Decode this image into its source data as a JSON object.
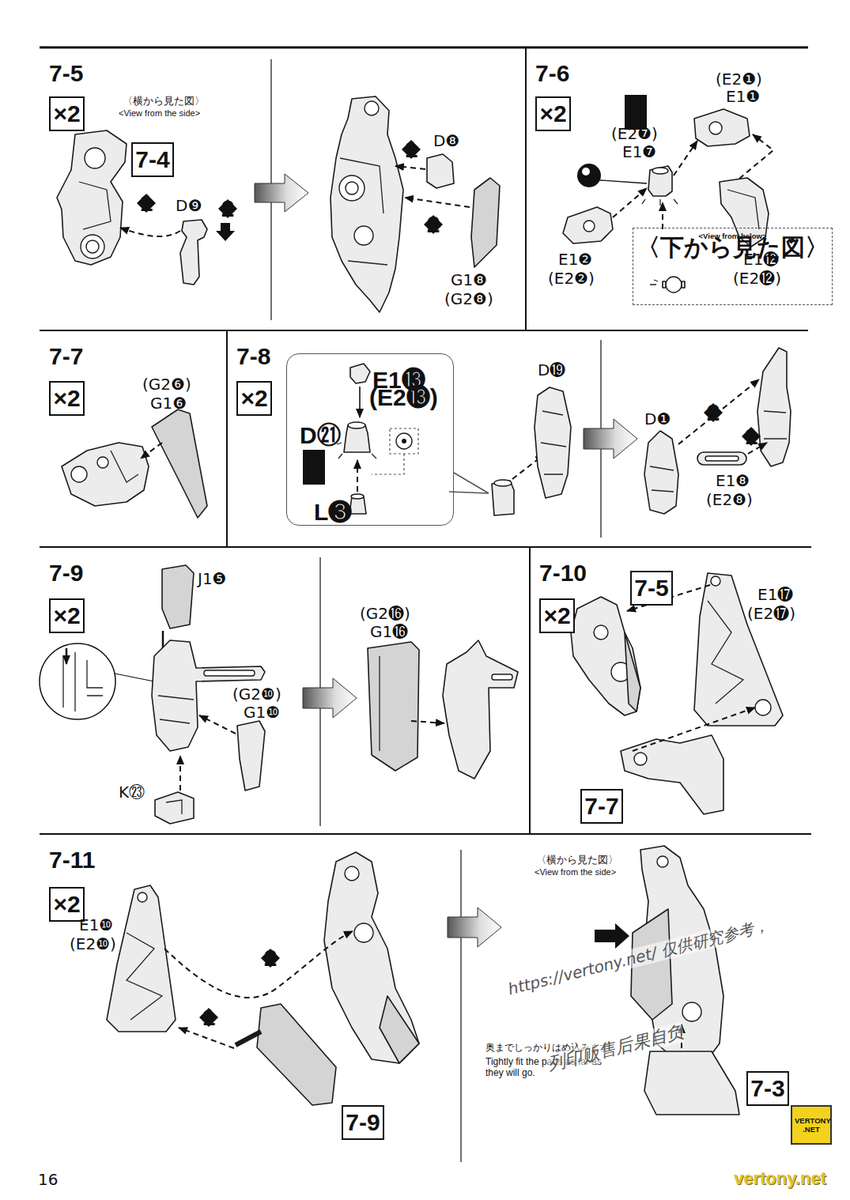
{
  "diagram": {
    "nodes": [
      {
        "text": [
          "7-5"
        ]
      },
      {
        "text": [
          "×2"
        ],
        "in": 0
      },
      {
        "text": [
          "7-4"
        ],
        "in": 0
      },
      {
        "text": [
          "1"
        ],
        "in": 0
      },
      {
        "text": [
          "2"
        ],
        "in": 0
      },
      {
        "text": [
          "1"
        ],
        "in": 0
      },
      {
        "text": [
          "2"
        ],
        "in": 0
      },
      {
        "text": [
          "7-6"
        ]
      },
      {
        "text": [
          "×2"
        ],
        "in": 7
      },
      {
        "text": [
          "!"
        ],
        "in": 7
      },
      {
        "text": [
          "〈下から見た図〉",
          "<View from below>"
        ],
        "in": 7
      },
      {
        "text": [
          "7-7"
        ]
      },
      {
        "text": [
          "×2"
        ],
        "in": 11
      },
      {
        "text": [
          "7-8"
        ]
      },
      {
        "text": [
          "×2"
        ],
        "in": 13
      },
      {
        "text": [
          "E1⓭",
          "(E2⓭)",
          "D㉑",
          "L❸"
        ],
        "in": 13
      },
      {
        "text": [
          "!"
        ],
        "in": 15
      },
      {
        "text": [
          "2"
        ],
        "in": 13
      },
      {
        "text": [
          "1"
        ],
        "in": 13
      },
      {
        "text": [
          "7-9"
        ]
      },
      {
        "text": [
          "×2"
        ],
        "in": 19
      },
      {
        "text": [
          "7-10"
        ]
      },
      {
        "text": [
          "×2"
        ],
        "in": 21
      },
      {
        "text": [
          "7-5"
        ],
        "in": 21
      },
      {
        "text": [
          "7-7"
        ],
        "in": 21
      },
      {
        "text": [
          "7-11"
        ]
      },
      {
        "text": [
          "×2"
        ],
        "in": 25
      },
      {
        "text": [
          "2"
        ],
        "in": 25
      },
      {
        "text": [
          "1"
        ],
        "in": 25
      },
      {
        "text": [
          "7-9"
        ],
        "in": 25
      },
      {
        "text": [
          "7-3"
        ],
        "in": 25
      },
      {
        "text": [
          "VERTONY .NET"
        ]
      }
    ],
    "labels": [
      "〈横から見た図〉",
      "<View from the side>",
      "D❾",
      "D❽",
      "G1❽",
      "(G2❽)",
      "(E2❶)",
      "E1❶",
      "(E2❼)",
      "E1❼",
      "E1❷",
      "(E2❷)",
      "E1⓬",
      "(E2⓬)",
      "(G2❻)",
      "G1❻",
      "D⓳",
      "D❶",
      "E1❽",
      "(E2❽)",
      "J1❺",
      "(G2❿)",
      "G1❿",
      "K㉓",
      "(G2⓰)",
      "G1⓰",
      "E1⓱",
      "(E2⓱)",
      "E1❿",
      "(E2❿)",
      "〈横から見た図〉",
      "<View from the side>",
      "奥までしっかりはめ込みます。",
      "Tightly fit the parts as far as they will go.",
      "https://vertony.net/ 仅供研究参考，",
      "列印贩售后果自负",
      "16",
      "vertony.net"
    ]
  }
}
